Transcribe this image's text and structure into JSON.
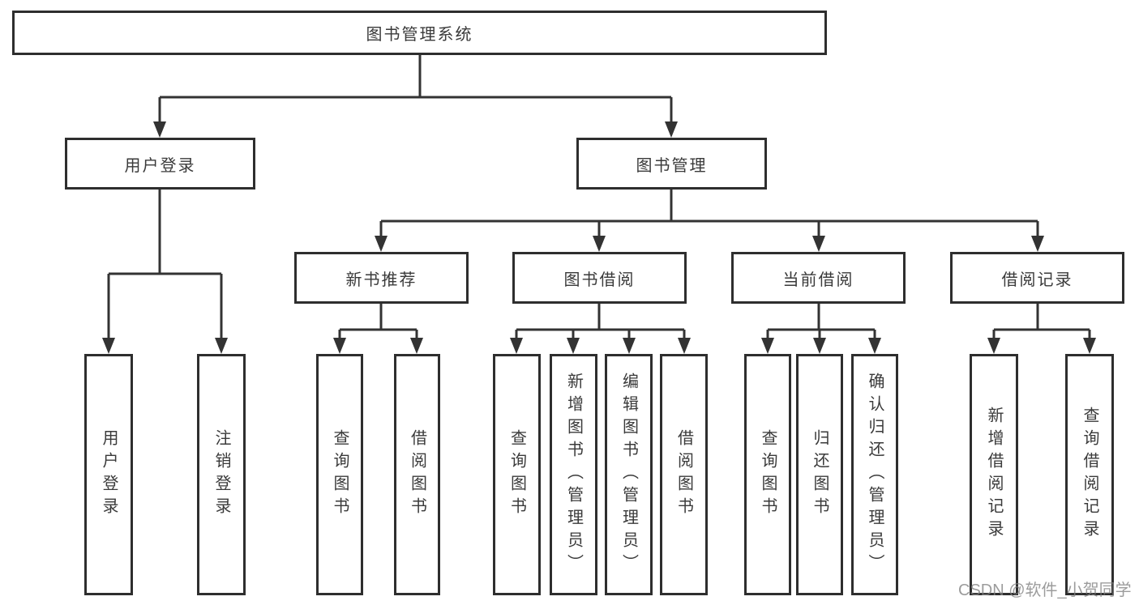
{
  "diagram": {
    "root": {
      "label": "图书管理系统"
    },
    "level1": [
      {
        "label": "用户登录"
      },
      {
        "label": "图书管理"
      }
    ],
    "level2": [
      {
        "label": "新书推荐"
      },
      {
        "label": "图书借阅"
      },
      {
        "label": "当前借阅"
      },
      {
        "label": "借阅记录"
      }
    ],
    "leaves": {
      "user_login": [
        "用户登录",
        "注销登录"
      ],
      "new_books": [
        "查询图书",
        "借阅图书"
      ],
      "book_borrow": [
        "查询图书",
        "新增图书（管理员）",
        "编辑图书（管理员）",
        "借阅图书"
      ],
      "current_borrow": [
        "查询图书",
        "归还图书",
        "确认归还（管理员）"
      ],
      "borrow_records": [
        "新增借阅记录",
        "查询借阅记录"
      ]
    },
    "watermark": "CSDN @软件_小贺同学"
  },
  "colors": {
    "line": "#333333",
    "box_border": "#2e2e2e",
    "text": "#3a3a3a",
    "watermark": "#808080",
    "background": "#ffffff"
  }
}
